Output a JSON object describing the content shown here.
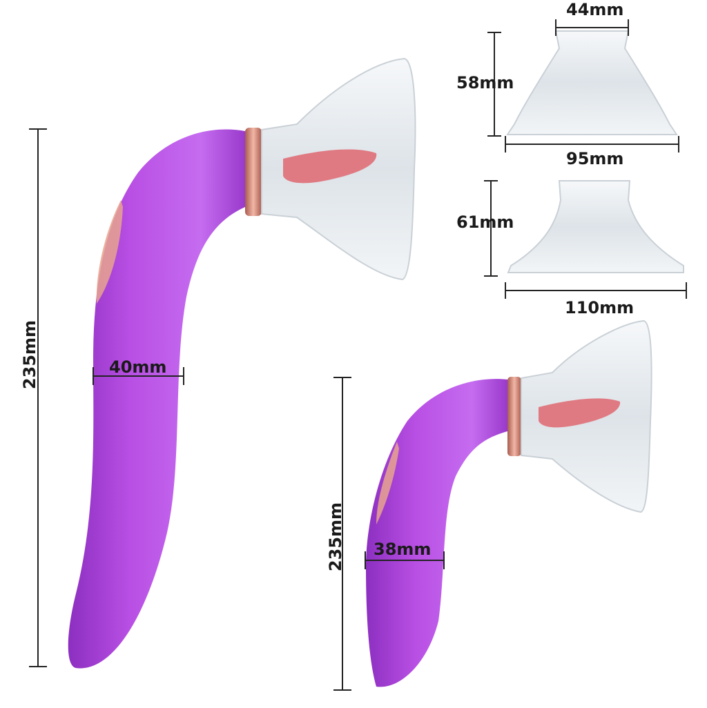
{
  "figure": {
    "background": "#ffffff",
    "colors": {
      "body_purple": "#b94fe4",
      "body_purple_dark": "#8c2fc0",
      "rose_gold": "#d9877a",
      "tongue_pink": "#e07a82",
      "clear_cup": "#e9eef2",
      "line": "#222222"
    }
  },
  "product_large": {
    "height_label": "235mm",
    "width_label": "40mm"
  },
  "product_small": {
    "height_label": "235mm",
    "width_label": "38mm"
  },
  "cup_top": {
    "neck_label": "44mm",
    "height_label": "58mm",
    "base_label": "95mm"
  },
  "cup_bottom": {
    "height_label": "61mm",
    "base_label": "110mm"
  }
}
